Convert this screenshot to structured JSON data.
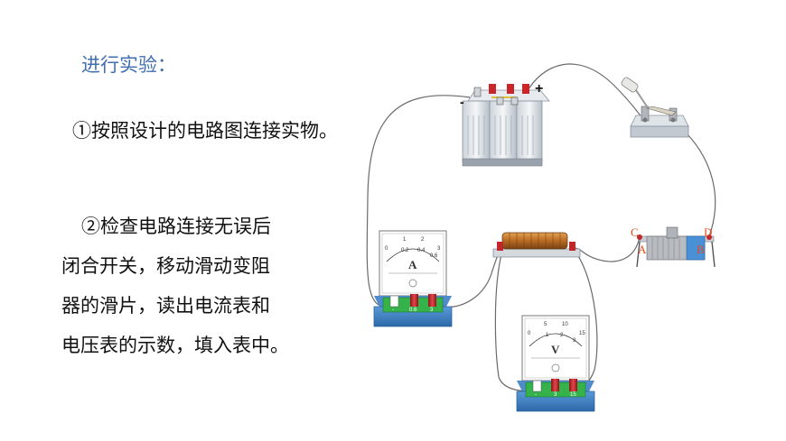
{
  "text": {
    "heading": "进行实验：",
    "step1": "①按照设计的电路图连接实物。",
    "step2_lines": [
      "②检查电路连接无误后",
      "闭合开关，移动滑动变阻",
      "器的滑片，读出电流表和",
      "电压表的示数，填入表中。"
    ]
  },
  "diagram": {
    "battery": {
      "minus": "-",
      "plus": "+"
    },
    "rheostat": {
      "c": "C",
      "d": "D",
      "a": "A",
      "b": "B"
    },
    "ammeter": {
      "symbol": "A",
      "scale": [
        "0",
        "1",
        "2",
        "3",
        "0.2",
        "0.4",
        "0.6"
      ],
      "terminals": [
        "-",
        "0.6",
        "3"
      ]
    },
    "voltmeter": {
      "symbol": "V",
      "scale": [
        "0",
        "5",
        "10",
        "15",
        "1",
        "2",
        "3"
      ],
      "terminals": [
        "-",
        "3",
        "15"
      ]
    },
    "colors": {
      "wire": "#6a6a6a",
      "heading": "#3f6fb0",
      "label": "#e64a19",
      "meter_base": "#3d7fc4",
      "meter_board": "#35b34a",
      "terminal_red": "#c0262a"
    }
  }
}
